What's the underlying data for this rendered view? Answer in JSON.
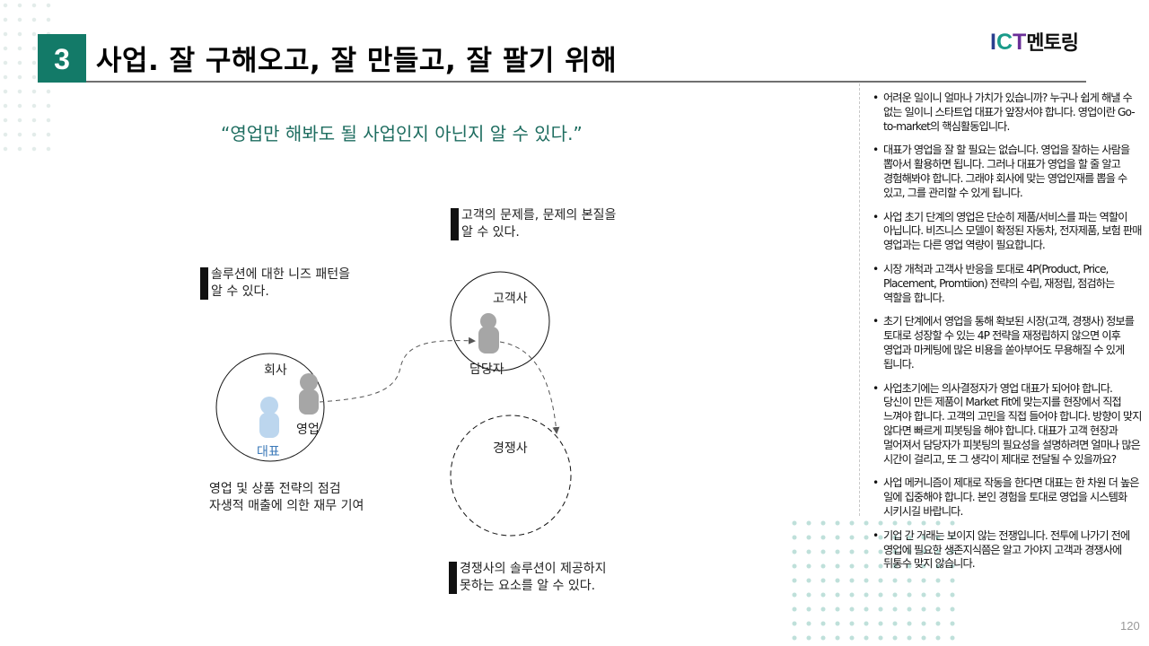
{
  "header": {
    "section_number": "3",
    "title": "사업. 잘 구해오고, 잘 만들고, 잘 팔기 위해"
  },
  "logo": {
    "letters": [
      "I",
      "C",
      "T"
    ],
    "korean": "멘토링",
    "colors": {
      "I": "#2a3f8f",
      "C": "#1a9b8a",
      "T": "#6a2f98"
    }
  },
  "quote": "“영업만 해봐도 될 사업인지 아닌지 알 수 있다.”",
  "notes": {
    "customer": [
      "고객의 문제를, 문제의 본질을",
      "알 수 있다."
    ],
    "solution": [
      "솔루션에 대한 니즈 패턴을",
      "알 수 있다."
    ],
    "competitor": [
      "경쟁사의 솔루션이 제공하지",
      "못하는 요소를 알 수 있다."
    ],
    "company": [
      "영업 및 상품 전략의 점검",
      "자생적 매출에 의한 재무 기여"
    ]
  },
  "diagram": {
    "company_circle": "회사",
    "ceo_label": "대표",
    "sales_label": "영업",
    "customer_circle": "고객사",
    "contact_label": "담당자",
    "competitor_circle": "경쟁사",
    "colors": {
      "ceo": "#bcd6ee",
      "person": "#a6a6a6",
      "ceo_text": "#3a78b8",
      "accent": "#137a68"
    }
  },
  "bullets": [
    "어려운 일이니 얼마나 가치가 있습니까? 누구나 쉽게 해낼 수 없는 일이니 스타트업 대표가 앞장서야 합니다. 영업이란 Go-to-market의 핵심활동입니다.",
    "대표가 영업을 잘 할 필요는 없습니다. 영업을 잘하는 사람을 뽑아서 활용하면 됩니다. 그러나 대표가 영업을 할 줄 알고 경험해봐야 합니다. 그래야 회사에 맞는 영업인재를 뽑을 수 있고, 그를 관리할 수 있게 됩니다.",
    "사업 초기 단계의 영업은 단순히 제품/서비스를 파는 역할이 아닙니다. 비즈니스 모델이 확정된 자동차, 전자제품, 보험 판매 영업과는 다른 영업 역량이 필요합니다.",
    "시장 개척과 고객사 반응을 토대로 4P(Product, Price, Placement, Promtiion) 전략의 수립, 재정립, 점검하는 역할을 합니다.",
    "초기 단계에서 영업을 통해 확보된 시장(고객, 경쟁사) 정보를 토대로 성장할 수 있는 4P 전략을 재정립하지 않으면 이후 영업과 마케팅에 많은 비용을 쏟아부어도 무용해질 수 있게 됩니다.",
    "사업초기에는 의사결정자가 영업 대표가 되어야 합니다. 당신이 만든 제품이 Market Fit에 맞는지를 현장에서 직접 느껴야 합니다. 고객의 고민을 직접 들어야 합니다. 방향이 맞지 않다면 빠르게 피봇팅을 해야 합니다. 대표가 고객 현장과 멀어져서 담당자가 피봇팅의 필요성을 설명하려면 얼마나 많은 시간이 걸리고, 또 그 생각이 제대로 전달될 수 있을까요?",
    "사업 메커니즘이 제대로 작동을 한다면 대표는 한 차원 더 높은 일에 집중해야 합니다. 본인 경험을 토대로 영업을 시스템화 시키시길 바랍니다.",
    "기업 간 거래는 보이지 않는 전쟁입니다. 전투에 나가기 전에 영업에 필요한 생존지식쯤은 알고 가야지 고객과 경쟁사에 뒤통수 맞지 않습니다."
  ],
  "bullet_glyph": "•",
  "page_number": "120"
}
